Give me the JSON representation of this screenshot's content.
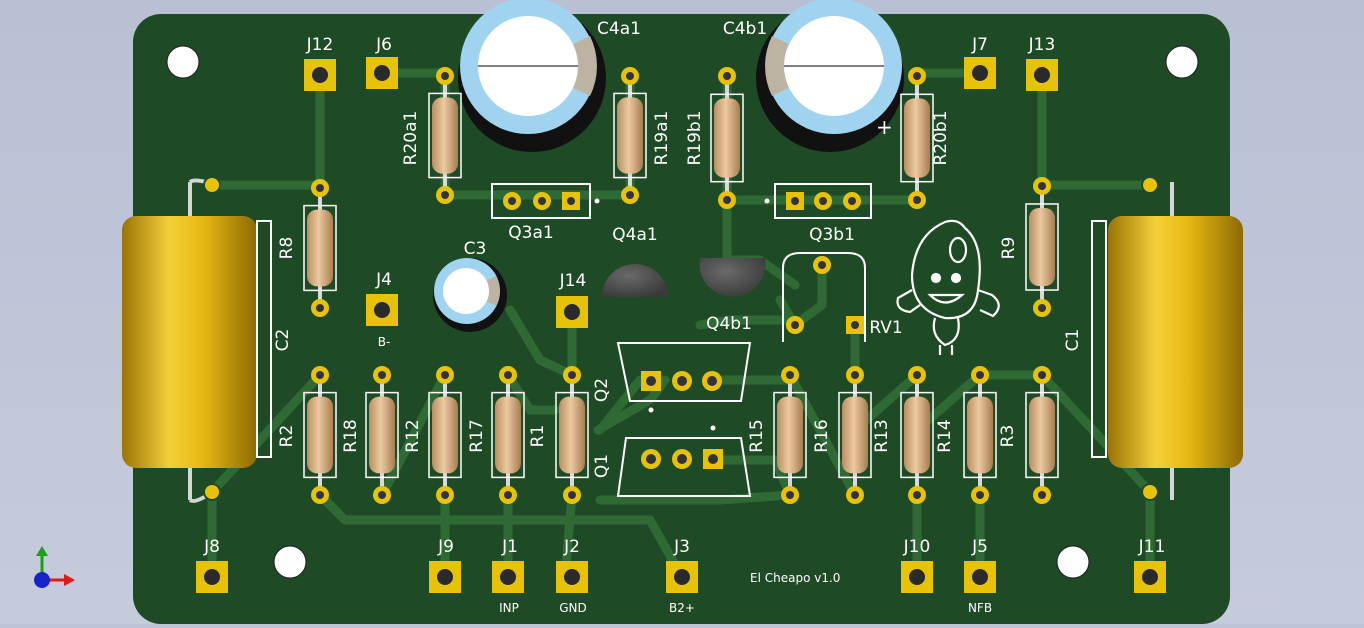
{
  "board": {
    "title": "El Cheapo v1.0",
    "colors": {
      "mask": "#1f4a26",
      "trace": "#2f6a35",
      "pad": "#e6c20a",
      "silk": "#ffffff",
      "resistor": "#d8b48a",
      "film_cap": "#e0b10e",
      "electrolytic": "#9fd3ef"
    }
  },
  "connectors": [
    {
      "ref": "J12",
      "label": ""
    },
    {
      "ref": "J6",
      "label": ""
    },
    {
      "ref": "J7",
      "label": ""
    },
    {
      "ref": "J13",
      "label": ""
    },
    {
      "ref": "J4",
      "label": "B-"
    },
    {
      "ref": "J14",
      "label": ""
    },
    {
      "ref": "J8",
      "label": ""
    },
    {
      "ref": "J9",
      "label": ""
    },
    {
      "ref": "J1",
      "label": "INP"
    },
    {
      "ref": "J2",
      "label": "GND"
    },
    {
      "ref": "J3",
      "label": "B2+"
    },
    {
      "ref": "J10",
      "label": ""
    },
    {
      "ref": "J5",
      "label": "NFB"
    },
    {
      "ref": "J11",
      "label": ""
    }
  ],
  "resistors": [
    "R20a1",
    "R19a1",
    "R19b1",
    "R20b1",
    "R8",
    "R9",
    "R2",
    "R18",
    "R12",
    "R17",
    "R1",
    "R15",
    "R16",
    "R13",
    "R14",
    "R3"
  ],
  "capacitors": {
    "film": [
      "C2",
      "C1"
    ],
    "electrolytic": [
      "C4a1",
      "C4b1",
      "C3"
    ],
    "polarity": "+"
  },
  "transistors": [
    "Q3a1",
    "Q4a1",
    "Q3b1",
    "Q4b1",
    "Q2",
    "Q1"
  ],
  "trimmer": "RV1",
  "axes_icon": "xyz-axes-icon"
}
